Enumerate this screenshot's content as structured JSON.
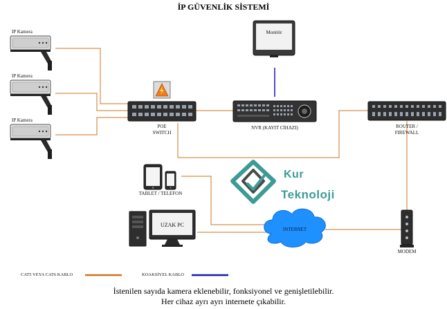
{
  "title": "İP GÜVENLİK SİSTEMİ",
  "cameras": [
    {
      "label": "IP Kamera"
    },
    {
      "label": "IP Kamera"
    },
    {
      "label": "IP Kamera"
    }
  ],
  "devices": {
    "monitor": "Monitör",
    "poe_switch_line1": "POE",
    "poe_switch_line2": "SWITCH",
    "nvr": "NVR (KAYIT CİHAZI)",
    "router_line1": "ROUTER /",
    "router_line2": "FIREWALL",
    "tablet": "TABLET / TELEFON",
    "remote_pc": "UZAK PC",
    "internet": "INTERNET",
    "modem": "MODEM"
  },
  "logo": {
    "line1": "Kur",
    "line2": "Teknoloji",
    "color_primary": "#3d9b95",
    "color_secondary": "#4a4a4a"
  },
  "legend": {
    "cat_label": "CAT5 VEYA CAT6 KABLO",
    "cat_color": "#c8741e",
    "coax_label": "KOAKSİYEL KABLO",
    "coax_color": "#1616b4"
  },
  "footer": {
    "line1": "İstenilen sayıda kamera eklenebilir, fonksiyonel ve genişletilebilir.",
    "line2": "Her cihaz ayrı ayrı internete çıkabilir."
  },
  "colors": {
    "cable": "#c8741e",
    "coax": "#1616b4",
    "device_dark": "#2e2e2e",
    "cloud": "#1e90ff"
  }
}
